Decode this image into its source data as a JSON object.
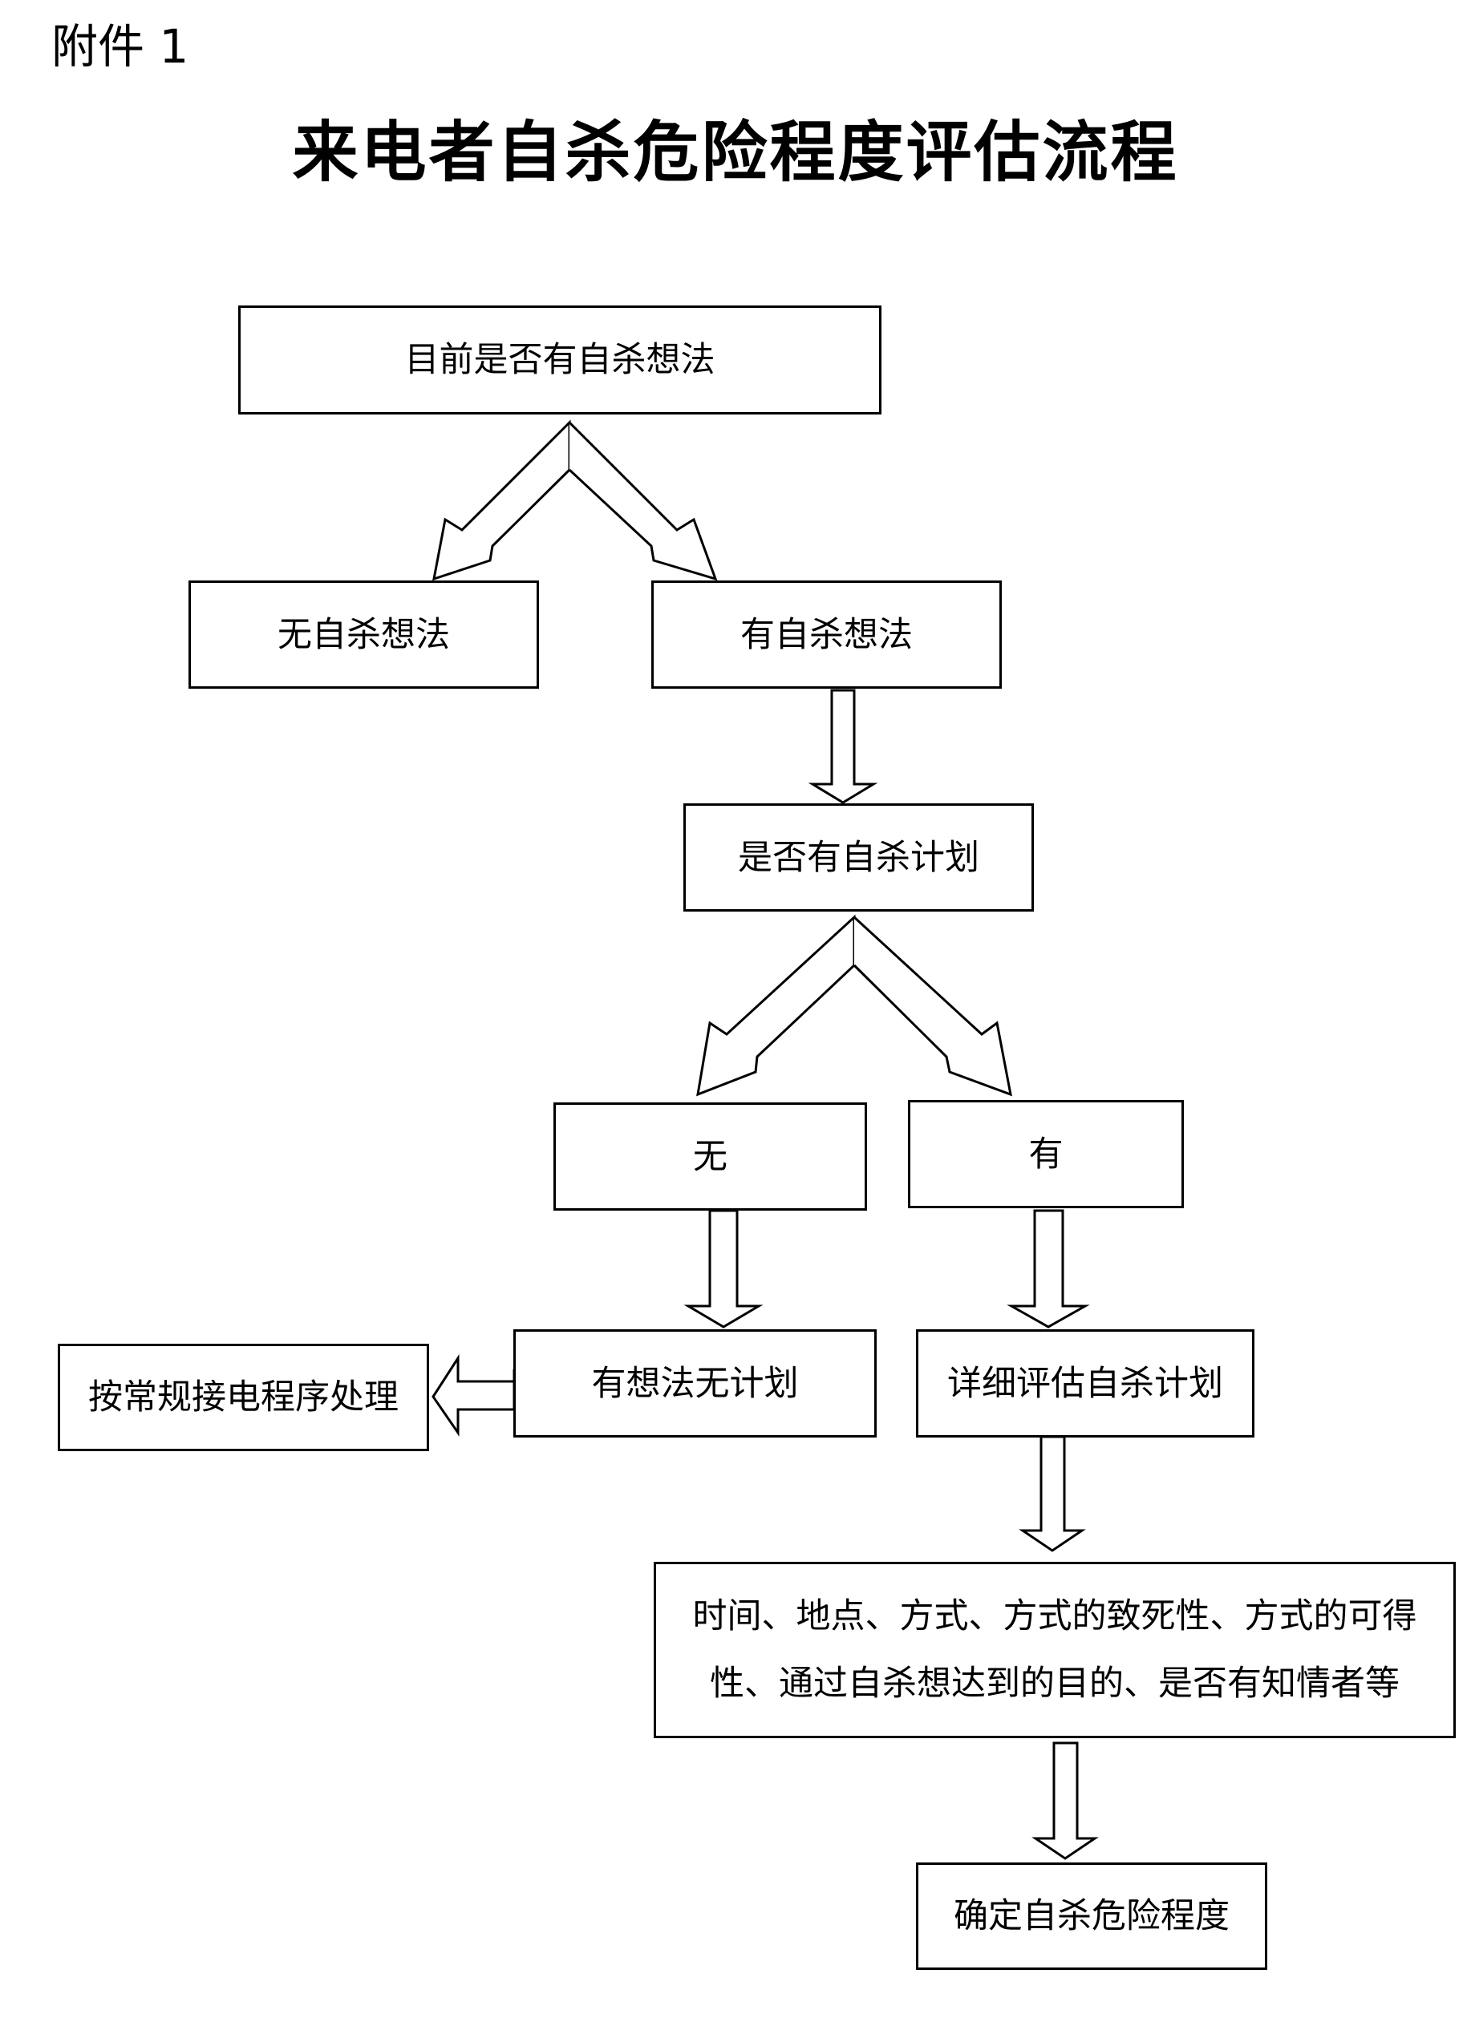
{
  "attachment_label": "附件 1",
  "title": "来电者自杀危险程度评估流程",
  "nodes": {
    "current_thoughts": "目前是否有自杀想法",
    "no_thoughts": "无自杀想法",
    "has_thoughts": "有自杀想法",
    "plan_question": "是否有自杀计划",
    "no_plan": "无",
    "has_plan": "有",
    "thought_no_plan": "有想法无计划",
    "routine": "按常规接电程序处理",
    "evaluate_plan": "详细评估自杀计划",
    "details": "时间、地点、方式、方式的致死性、方式的可得性、通过自杀想达到的目的、是否有知情者等",
    "determine_risk": "确定自杀危险程度"
  }
}
